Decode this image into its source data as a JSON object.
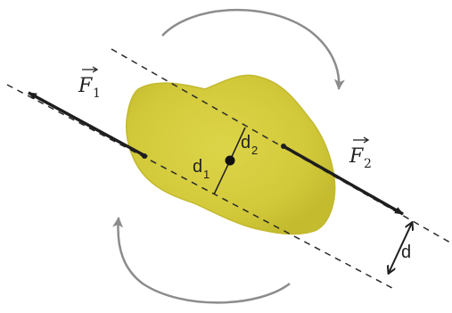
{
  "forces": {
    "f1": {
      "symbol": "F",
      "subscript": "1"
    },
    "f2": {
      "symbol": "F",
      "subscript": "2"
    }
  },
  "distances": {
    "d1": {
      "symbol": "d",
      "subscript": "1"
    },
    "d2": {
      "symbol": "d",
      "subscript": "2"
    },
    "d": {
      "symbol": "d"
    }
  },
  "colors": {
    "body": "#d4cc3e",
    "body_edge": "#c2b92e",
    "force": "#1e1e1e",
    "lines": "#2a2a2a",
    "rotation": "#8c8c8c"
  }
}
